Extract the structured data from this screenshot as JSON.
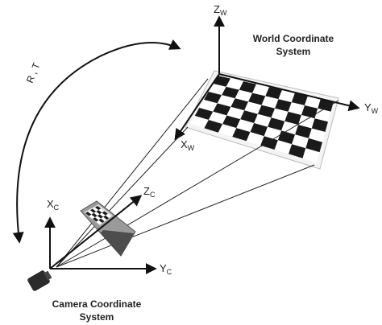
{
  "labels": {
    "world_system_line1": "World Coordinate",
    "world_system_line2": "System",
    "camera_system_line1": "Camera Coordinate",
    "camera_system_line2": "System",
    "transform": "R , T"
  },
  "world_axes": {
    "z": {
      "letter": "Z",
      "sub": "W"
    },
    "y": {
      "letter": "Y",
      "sub": "W"
    },
    "x": {
      "letter": "X",
      "sub": "W"
    }
  },
  "camera_axes": {
    "x": {
      "letter": "X",
      "sub": "C"
    },
    "z": {
      "letter": "Z",
      "sub": "C"
    },
    "y": {
      "letter": "Y",
      "sub": "C"
    }
  },
  "checkerboard": {
    "rows": 6,
    "cols": 9
  },
  "colors": {
    "ink": "#111111",
    "board_dark": "#1a1a1a",
    "board_light": "#ffffff",
    "camera_body": "#2b2b2b"
  }
}
